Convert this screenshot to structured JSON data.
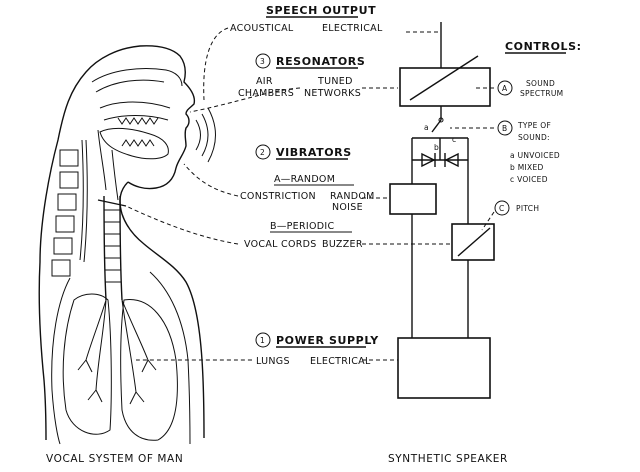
{
  "speech_output": {
    "title": "SPEECH OUTPUT",
    "acoustical": "ACOUSTICAL",
    "electrical": "ELECTRICAL"
  },
  "controls": {
    "title": "CONTROLS:",
    "a_letter": "A",
    "a_line1": "SOUND",
    "a_line2": "SPECTRUM",
    "b_letter": "B",
    "b_line1": "TYPE OF",
    "b_line2": "SOUND:",
    "b_opt1": "a  UNVOICED",
    "b_opt2": "b  MIXED",
    "b_opt3": "c  VOICED",
    "c_letter": "C",
    "c_line1": "PITCH"
  },
  "resonators": {
    "number": "3",
    "title": "RESONATORS",
    "left1": "AIR",
    "left2": "CHAMBERS",
    "right1": "TUNED",
    "right2": "NETWORKS"
  },
  "vibrators": {
    "number": "2",
    "title": "VIBRATORS"
  },
  "random": {
    "title": "A—RANDOM",
    "left": "CONSTRICTION",
    "right1": "RANDOM",
    "right2": "NOISE"
  },
  "periodic": {
    "title": "B—PERIODIC",
    "left": "VOCAL CORDS",
    "right": "BUZZER"
  },
  "power": {
    "number": "1",
    "title": "POWER SUPPLY",
    "left": "LUNGS",
    "right": "ELECTRICAL"
  },
  "switch_labels": {
    "a": "a",
    "b": "b",
    "c": "c"
  },
  "captions": {
    "left": "VOCAL SYSTEM OF MAN",
    "right": "SYNTHETIC SPEAKER"
  }
}
